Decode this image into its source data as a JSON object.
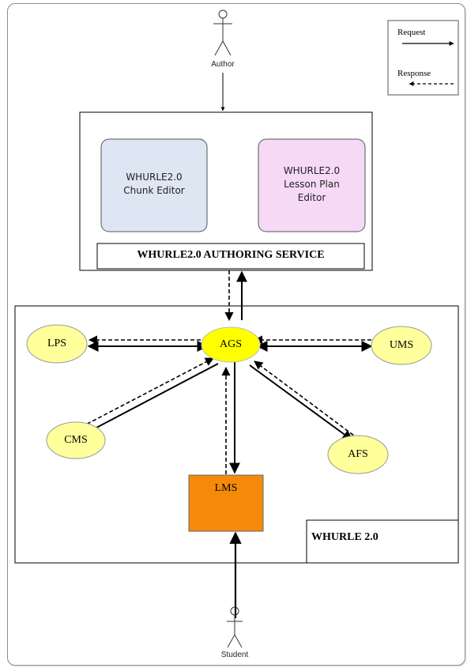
{
  "actors": {
    "author": "Author",
    "student": "Student"
  },
  "legend": {
    "request": "Request",
    "response": "Response"
  },
  "authoring_service": {
    "title": "WHURLE2.0 AUTHORING SERVICE",
    "chunk_editor": [
      "WHURLE2.0",
      "Chunk Editor"
    ],
    "lesson_plan_editor": [
      "WHURLE2.0",
      "Lesson Plan",
      "Editor"
    ]
  },
  "whurle": {
    "title": "WHURLE 2.0",
    "nodes": {
      "ags": "AGS",
      "lps": "LPS",
      "ums": "UMS",
      "cms": "CMS",
      "afs": "AFS",
      "lms": "LMS"
    }
  },
  "colors": {
    "chunk_editor_fill": "#dfe6f3",
    "lesson_plan_fill": "#f5d9f5",
    "ags_fill": "#ffff00",
    "service_node_fill": "#ffff9c",
    "lms_fill": "#f58a0a"
  }
}
